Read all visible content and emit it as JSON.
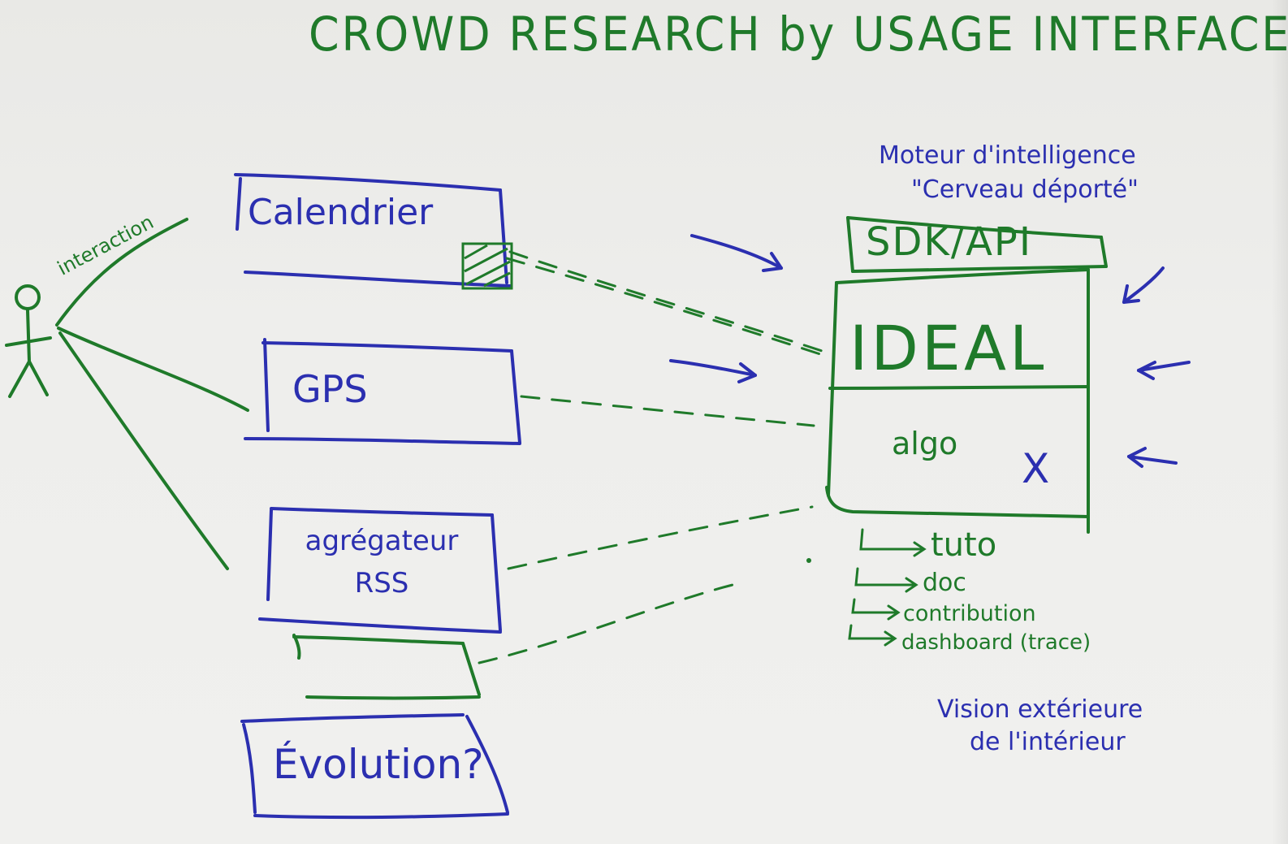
{
  "title": "CROWD RESEARCH by USAGE INTERFACE",
  "colors": {
    "green": "#1f7a2a",
    "blue": "#2b2fb0",
    "paper": "#eeeeec"
  },
  "actor": {
    "label": "interaction"
  },
  "modules": [
    {
      "label": "Calendrier"
    },
    {
      "label": "GPS"
    },
    {
      "label": "agrégateur RSS"
    },
    {
      "label": ""
    },
    {
      "label": "Évolution?"
    }
  ],
  "engine": {
    "heading": "Moteur d'intelligence",
    "subheading": "\"Cerveau déporté\"",
    "sdk": "SDK/API",
    "core": "IDEAL",
    "algo": "algo",
    "algo_mark": "X",
    "outputs": [
      "tuto",
      "doc",
      "contribution",
      "dashboard (trace)"
    ]
  },
  "footnote": {
    "line1": "Vision extérieure",
    "line2": "de l'intérieur"
  }
}
